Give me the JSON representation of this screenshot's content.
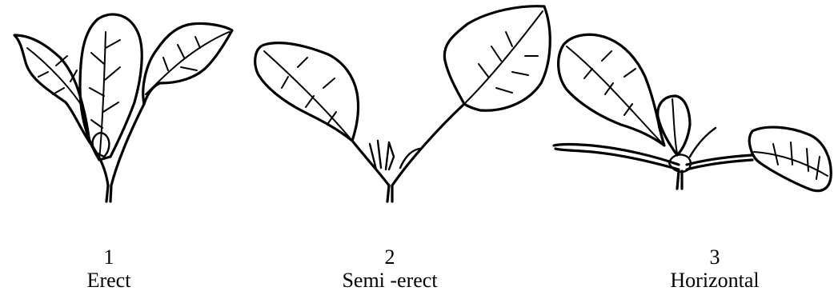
{
  "figure": {
    "items": [
      {
        "number": "1",
        "label": "Erect"
      },
      {
        "number": "2",
        "label": "Semi -erect"
      },
      {
        "number": "3",
        "label": "Horizontal"
      }
    ]
  }
}
